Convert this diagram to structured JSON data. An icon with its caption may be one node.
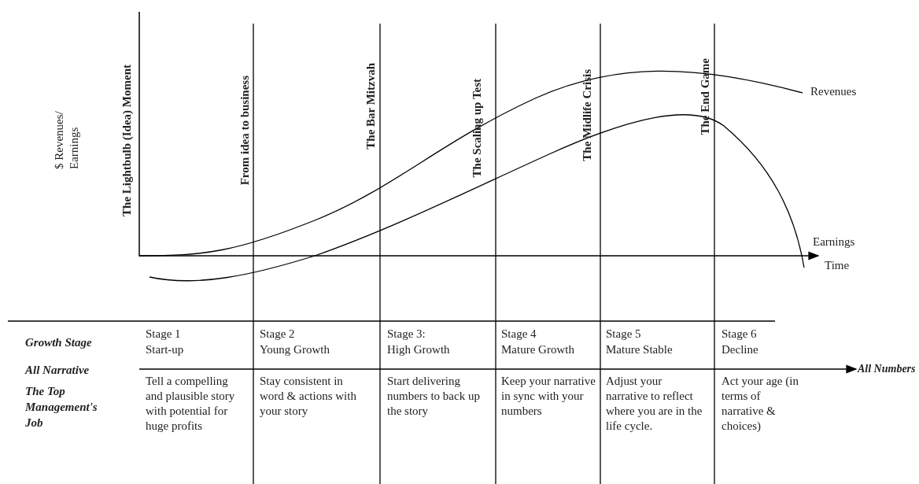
{
  "diagram": {
    "labels": [
      "$ Revenues/ Earnings",
      "The Lightbulb (Idea) Moment",
      "From idea to business",
      "The Bar Mitzvah",
      "The Scaling up Test",
      "The Midlife Crisis",
      "The End Game",
      "Revenues",
      "Earnings",
      "Time",
      "Growth Stage",
      "Stage 1",
      "Start-up",
      "Stage 2",
      "Young Growth",
      "Stage 3:",
      "High Growth",
      "Stage 4",
      "Mature Growth",
      "Stage 5",
      "Mature Stable",
      "Stage 6",
      "Decline",
      "All Narrative",
      "All Numbers",
      "The Top Management's Job",
      "Tell a compelling and plausible story with potential for huge profits",
      "Stay consistent in word & actions with your story",
      "Start delivering numbers to back up the story",
      "Keep your narrative in sync with your numbers",
      "Adjust your narrative to reflect where you are in the life cycle.",
      "Act your age (in terms of narrative & choices)"
    ]
  }
}
